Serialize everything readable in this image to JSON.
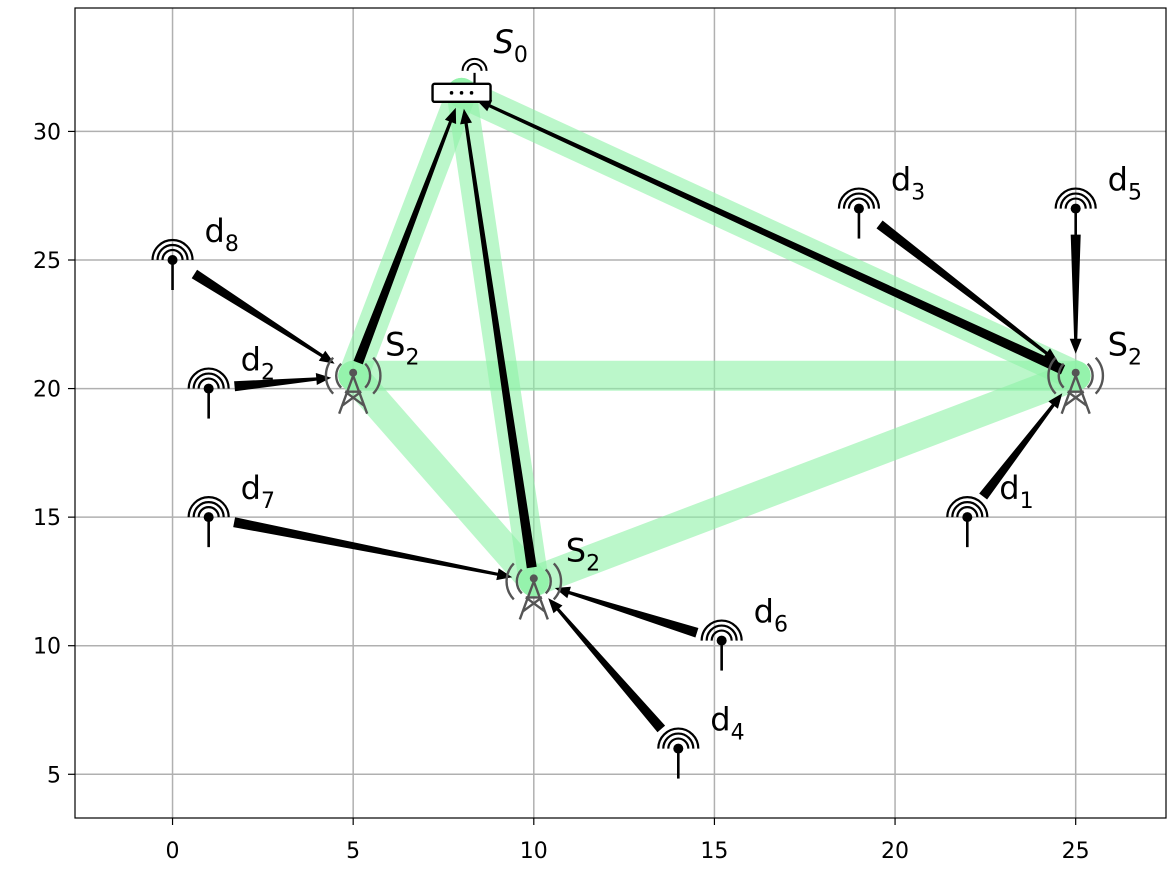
{
  "chart_data": {
    "type": "scatter",
    "title": "",
    "xlabel": "",
    "ylabel": "",
    "xlim": [
      -2.7,
      27.5
    ],
    "ylim": [
      3.3,
      34.8
    ],
    "xticks": [
      0,
      5,
      10,
      15,
      20,
      25
    ],
    "yticks": [
      5,
      10,
      15,
      20,
      25,
      30
    ],
    "grid": true,
    "colors": {
      "link": "#8ef2a6",
      "arrow": "#000000",
      "tower": "#555555"
    },
    "nodes": [
      {
        "id": "S0",
        "kind": "router",
        "label": "S",
        "sub": "0",
        "x": 8,
        "y": 31.5
      },
      {
        "id": "SA",
        "kind": "tower",
        "label": "S",
        "sub": "2",
        "x": 5,
        "y": 20.5
      },
      {
        "id": "SB",
        "kind": "tower",
        "label": "S",
        "sub": "2",
        "x": 25,
        "y": 20.5
      },
      {
        "id": "SC",
        "kind": "tower",
        "label": "S",
        "sub": "2",
        "x": 10,
        "y": 12.5
      },
      {
        "id": "d1",
        "kind": "device",
        "label": "d",
        "sub": "1",
        "x": 22,
        "y": 15
      },
      {
        "id": "d2",
        "kind": "device",
        "label": "d",
        "sub": "2",
        "x": 1,
        "y": 20
      },
      {
        "id": "d3",
        "kind": "device",
        "label": "d",
        "sub": "3",
        "x": 19,
        "y": 27
      },
      {
        "id": "d4",
        "kind": "device",
        "label": "d",
        "sub": "4",
        "x": 14,
        "y": 6
      },
      {
        "id": "d5",
        "kind": "device",
        "label": "d",
        "sub": "5",
        "x": 25,
        "y": 27
      },
      {
        "id": "d6",
        "kind": "device",
        "label": "d",
        "sub": "6",
        "x": 15.2,
        "y": 10.2
      },
      {
        "id": "d7",
        "kind": "device",
        "label": "d",
        "sub": "7",
        "x": 1,
        "y": 15
      },
      {
        "id": "d8",
        "kind": "device",
        "label": "d",
        "sub": "8",
        "x": 0,
        "y": 25
      }
    ],
    "links": [
      [
        "SA",
        "SB"
      ],
      [
        "SA",
        "SC"
      ],
      [
        "SC",
        "SB"
      ],
      [
        "SA",
        "S0"
      ],
      [
        "SC",
        "S0"
      ],
      [
        "SB",
        "S0"
      ]
    ],
    "arrows": [
      [
        "SA",
        "S0"
      ],
      [
        "SC",
        "S0"
      ],
      [
        "SB",
        "S0"
      ],
      [
        "d1",
        "SB"
      ],
      [
        "d3",
        "SB"
      ],
      [
        "d5",
        "SB"
      ],
      [
        "d2",
        "SA"
      ],
      [
        "d8",
        "SA"
      ],
      [
        "d4",
        "SC"
      ],
      [
        "d6",
        "SC"
      ],
      [
        "d7",
        "SC"
      ]
    ]
  }
}
